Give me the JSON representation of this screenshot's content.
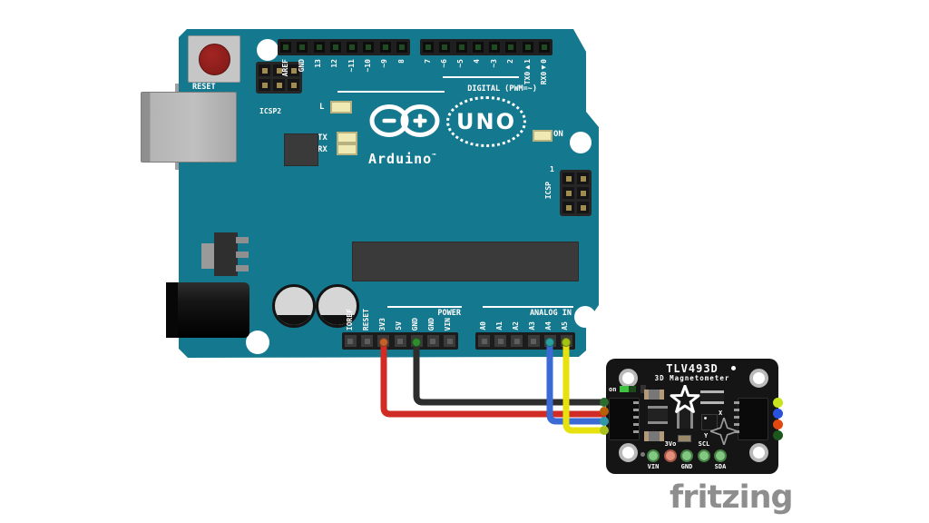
{
  "window": {
    "background": "#ffffff"
  },
  "footer": {
    "brand": "fritzing",
    "color": "#8e8e8e"
  },
  "arduino": {
    "board_color": "#14788e",
    "reset_label": "RESET",
    "icsp2_label": "ICSP2",
    "icsp_label": "ICSP",
    "icsp_pin1": "1",
    "digital_caption": "DIGITAL (PWM=~)",
    "power_caption": "POWER",
    "analog_caption": "ANALOG IN",
    "brand": "Arduino",
    "brand_tm": "™",
    "model": "UNO",
    "led_l": "L",
    "led_tx": "TX",
    "led_rx": "RX",
    "led_on": "ON",
    "logo_minus": "−",
    "logo_plus": "+",
    "digital_pins": [
      "AREF",
      "GND",
      "13",
      "12",
      "~11",
      "~10",
      "~9",
      "8",
      "7",
      "~6",
      "~5",
      "4",
      "~3",
      "2",
      "TX0▶1",
      "RX0◀0"
    ],
    "power_pins": [
      "IOREF",
      "RESET",
      "3V3",
      "5V",
      "GND",
      "GND",
      "VIN"
    ],
    "analog_pins": [
      "A0",
      "A1",
      "A2",
      "A3",
      "A4",
      "A5"
    ]
  },
  "breakout": {
    "board_color": "#151515",
    "title": "TLV493D",
    "subtitle": "3D Magnetometer",
    "on_label": "on",
    "axis_x": "X",
    "axis_y": "Y",
    "pad_labels": [
      "VIN",
      "3Vo",
      "GND",
      "SCL",
      "SDA"
    ]
  },
  "wires": [
    {
      "name": "red-wire",
      "color": "#d02b24",
      "from": "arduino-3v3",
      "to": "breakout-left-port"
    },
    {
      "name": "black-wire",
      "color": "#2d2d2d",
      "from": "arduino-gnd",
      "to": "breakout-left-port"
    },
    {
      "name": "blue-wire",
      "color": "#3a6ad4",
      "from": "arduino-a4",
      "to": "breakout-left-port"
    },
    {
      "name": "yellow-wire",
      "color": "#e7e10e",
      "from": "arduino-a5",
      "to": "breakout-left-port"
    }
  ]
}
